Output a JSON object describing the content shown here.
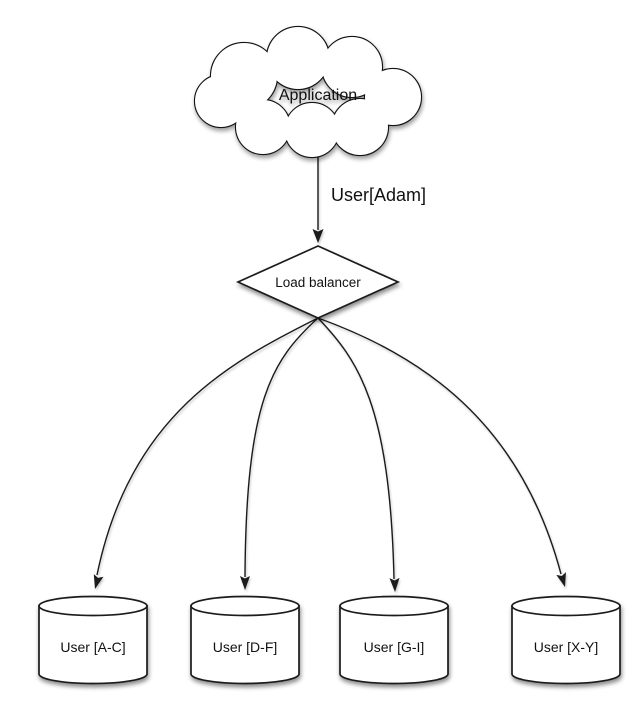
{
  "diagram": {
    "background": "#ffffff",
    "stroke_color": "#1b1b1b",
    "node_fill": "#ffffff",
    "application": {
      "type": "cloud",
      "label": "Application"
    },
    "request": {
      "label": "User[Adam]"
    },
    "load_balancer": {
      "type": "diamond",
      "label": "Load balancer"
    },
    "shards": [
      {
        "type": "cylinder",
        "label": "User [A-C]"
      },
      {
        "type": "cylinder",
        "label": "User [D-F]"
      },
      {
        "type": "cylinder",
        "label": "User [G-I]"
      },
      {
        "type": "cylinder",
        "label": "User [X-Y]"
      }
    ]
  }
}
